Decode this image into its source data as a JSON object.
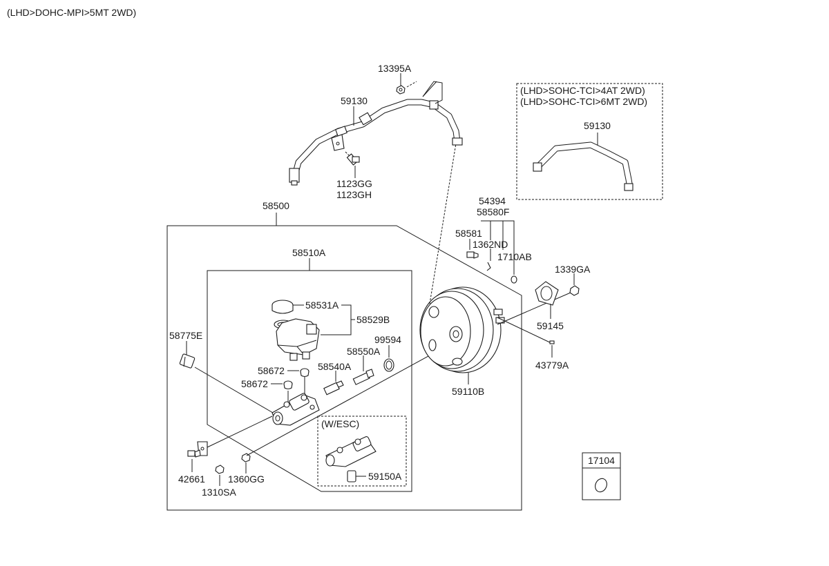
{
  "header": {
    "variant": "(LHD>DOHC-MPI>5MT 2WD)"
  },
  "inset_box": {
    "variant_line_1": "(LHD>SOHC-TCI>4AT 2WD)",
    "variant_line_2": "(LHD>SOHC-TCI>6MT 2WD)",
    "part": "59130"
  },
  "esc_box": {
    "title": "(W/ESC)",
    "part": "59150A"
  },
  "kit_box": {
    "part": "17104"
  },
  "parts": {
    "p13395A": "13395A",
    "p59130": "59130",
    "p1123GG": "1123GG",
    "p1123GH": "1123GH",
    "p58500": "58500",
    "p58510A": "58510A",
    "p58531A": "58531A",
    "p58529B": "58529B",
    "p58775E": "58775E",
    "p99594": "99594",
    "p58550A": "58550A",
    "p58540A": "58540A",
    "p58672a": "58672",
    "p58672b": "58672",
    "p42661": "42661",
    "p1310SA": "1310SA",
    "p1360GG": "1360GG",
    "p54394": "54394",
    "p58580F": "58580F",
    "p58581": "58581",
    "p1362ND": "1362ND",
    "p1710AB": "1710AB",
    "p1339GA": "1339GA",
    "p59145": "59145",
    "p43779A": "43779A",
    "p59110B": "59110B"
  }
}
